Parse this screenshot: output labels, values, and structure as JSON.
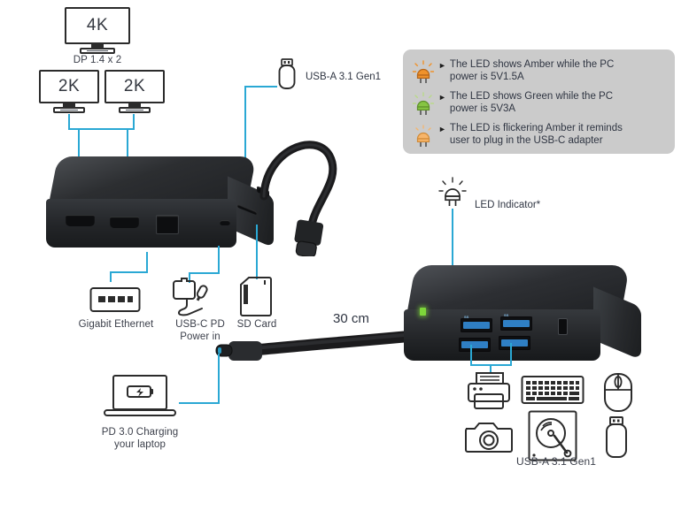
{
  "diagram": {
    "title": "USB-C docking station connectivity diagram",
    "colors": {
      "leader_line": "#2aa8d4",
      "legend_bg": "#cbcbcb",
      "text": "#2f3542",
      "usb_blue": "#2f7fc4",
      "led_green": "#7dd63a",
      "led_amber": "#f0922b"
    }
  },
  "displays": {
    "monitor_4k_label": "4K",
    "dp_label": "DP 1.4 x 2",
    "monitor_2k_left_label": "2K",
    "monitor_2k_right_label": "2K"
  },
  "top_usb": {
    "label": "USB-A 3.1 Gen1",
    "icon": "usb-flash-drive-icon"
  },
  "legend": {
    "rows": [
      {
        "icon": "led-amber-icon",
        "color": "#f0922b",
        "bullet": "►",
        "text": "The LED shows Amber while the PC\npower is 5V1.5A"
      },
      {
        "icon": "led-green-icon",
        "color": "#86c442",
        "bullet": "►",
        "text": "The LED shows Green while the PC\npower is 5V3A"
      },
      {
        "icon": "led-amber-flicker-icon",
        "color": "#f7b56a",
        "bullet": "►",
        "text": "The LED is flickering Amber it reminds\nuser to plug in the USB-C adapter"
      }
    ]
  },
  "led_indicator": {
    "label": "LED Indicator*",
    "icon": "led-bulb-icon"
  },
  "left_ports": [
    {
      "key": "gigabit-ethernet",
      "label": "Gigabit Ethernet",
      "icon": "ethernet-port-icon"
    },
    {
      "key": "usb-c-pd",
      "label": "USB-C PD\nPower in",
      "icon": "power-adapter-icon"
    },
    {
      "key": "sd-card",
      "label": "SD Card",
      "icon": "sd-card-icon"
    }
  ],
  "laptop": {
    "label": "PD 3.0 Charging\nyour laptop",
    "icon": "laptop-charging-icon"
  },
  "cable": {
    "length_label": "30 cm"
  },
  "peripherals": {
    "label": "USB-A 3.1 Gen1",
    "items": [
      {
        "key": "printer",
        "icon": "printer-icon"
      },
      {
        "key": "keyboard",
        "icon": "keyboard-icon"
      },
      {
        "key": "mouse",
        "icon": "mouse-icon"
      },
      {
        "key": "camera",
        "icon": "camera-icon"
      },
      {
        "key": "hard-drive",
        "icon": "hard-drive-icon"
      },
      {
        "key": "flash-drive",
        "icon": "usb-flash-drive-icon"
      }
    ]
  }
}
